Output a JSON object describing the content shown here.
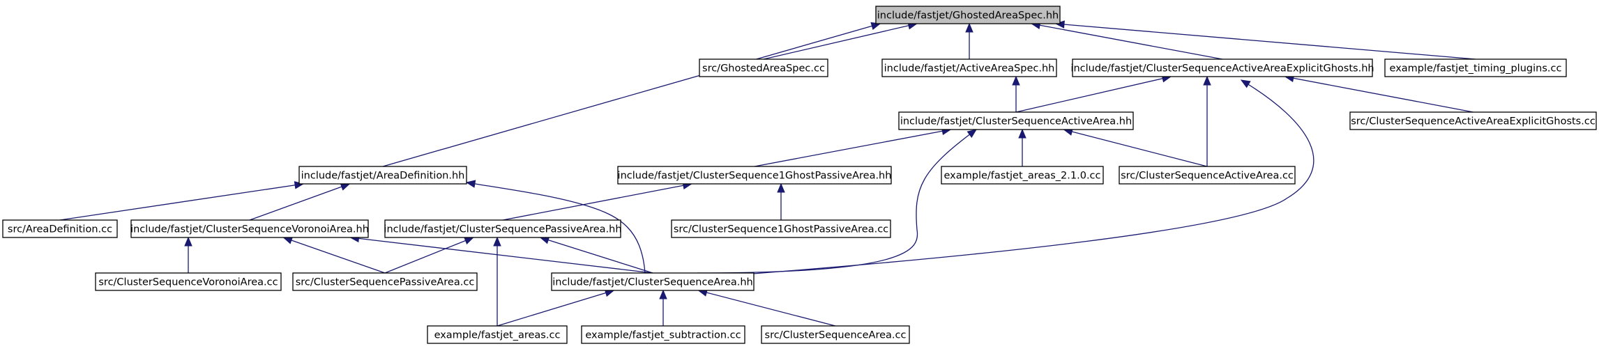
{
  "diagram": {
    "type": "include-dependency-graph",
    "root": "ghostedareaspec-hh",
    "colors": {
      "edge": "#191970",
      "root_fill": "#bfbfbf",
      "node_fill": "#ffffff",
      "node_border": "#000000"
    },
    "nodes": [
      {
        "id": "ghostedareaspec-hh",
        "label": "include/fastjet/GhostedAreaSpec.hh"
      },
      {
        "id": "ghostedareaspec-cc",
        "label": "src/GhostedAreaSpec.cc"
      },
      {
        "id": "activeareaspec-hh",
        "label": "include/fastjet/ActiveAreaSpec.hh"
      },
      {
        "id": "csaaeg-hh",
        "label": "include/fastjet/ClusterSequenceActiveAreaExplicitGhosts.hh"
      },
      {
        "id": "timing-plugins-cc",
        "label": "example/fastjet_timing_plugins.cc"
      },
      {
        "id": "csactivearea-hh",
        "label": "include/fastjet/ClusterSequenceActiveArea.hh"
      },
      {
        "id": "csaaeg-cc",
        "label": "src/ClusterSequenceActiveAreaExplicitGhosts.cc"
      },
      {
        "id": "areadefinition-hh",
        "label": "include/fastjet/AreaDefinition.hh"
      },
      {
        "id": "cs1gpa-hh",
        "label": "include/fastjet/ClusterSequence1GhostPassiveArea.hh"
      },
      {
        "id": "areas-210-cc",
        "label": "example/fastjet_areas_2.1.0.cc"
      },
      {
        "id": "csactivearea-cc",
        "label": "src/ClusterSequenceActiveArea.cc"
      },
      {
        "id": "areadefinition-cc",
        "label": "src/AreaDefinition.cc"
      },
      {
        "id": "csvoronoi-hh",
        "label": "include/fastjet/ClusterSequenceVoronoiArea.hh"
      },
      {
        "id": "cspassive-hh",
        "label": "include/fastjet/ClusterSequencePassiveArea.hh"
      },
      {
        "id": "cs1gpa-cc",
        "label": "src/ClusterSequence1GhostPassiveArea.cc"
      },
      {
        "id": "csvoronoi-cc",
        "label": "src/ClusterSequenceVoronoiArea.cc"
      },
      {
        "id": "cspassive-cc",
        "label": "src/ClusterSequencePassiveArea.cc"
      },
      {
        "id": "csarea-hh",
        "label": "include/fastjet/ClusterSequenceArea.hh"
      },
      {
        "id": "areas-cc",
        "label": "example/fastjet_areas.cc"
      },
      {
        "id": "subtraction-cc",
        "label": "example/fastjet_subtraction.cc"
      },
      {
        "id": "csarea-cc",
        "label": "src/ClusterSequenceArea.cc"
      }
    ],
    "edges": [
      {
        "from": "ghostedareaspec-cc",
        "to": "ghostedareaspec-hh"
      },
      {
        "from": "areadefinition-hh",
        "to": "ghostedareaspec-hh"
      },
      {
        "from": "activeareaspec-hh",
        "to": "ghostedareaspec-hh"
      },
      {
        "from": "csaaeg-hh",
        "to": "ghostedareaspec-hh"
      },
      {
        "from": "timing-plugins-cc",
        "to": "ghostedareaspec-hh"
      },
      {
        "from": "csactivearea-hh",
        "to": "activeareaspec-hh"
      },
      {
        "from": "csactivearea-hh",
        "to": "csaaeg-hh"
      },
      {
        "from": "csactivearea-cc",
        "to": "csaaeg-hh"
      },
      {
        "from": "csarea-hh",
        "to": "csaaeg-hh"
      },
      {
        "from": "csaaeg-cc",
        "to": "csaaeg-hh"
      },
      {
        "from": "cs1gpa-hh",
        "to": "csactivearea-hh"
      },
      {
        "from": "csarea-hh",
        "to": "csactivearea-hh"
      },
      {
        "from": "areas-210-cc",
        "to": "csactivearea-hh"
      },
      {
        "from": "csactivearea-cc",
        "to": "csactivearea-hh"
      },
      {
        "from": "areadefinition-cc",
        "to": "areadefinition-hh"
      },
      {
        "from": "csvoronoi-hh",
        "to": "areadefinition-hh"
      },
      {
        "from": "csarea-hh",
        "to": "areadefinition-hh"
      },
      {
        "from": "cspassive-hh",
        "to": "cs1gpa-hh"
      },
      {
        "from": "cs1gpa-cc",
        "to": "cs1gpa-hh"
      },
      {
        "from": "csvoronoi-cc",
        "to": "csvoronoi-hh"
      },
      {
        "from": "cspassive-cc",
        "to": "csvoronoi-hh"
      },
      {
        "from": "csarea-hh",
        "to": "csvoronoi-hh"
      },
      {
        "from": "cspassive-cc",
        "to": "cspassive-hh"
      },
      {
        "from": "csarea-hh",
        "to": "cspassive-hh"
      },
      {
        "from": "areas-cc",
        "to": "cspassive-hh"
      },
      {
        "from": "areas-cc",
        "to": "csarea-hh"
      },
      {
        "from": "subtraction-cc",
        "to": "csarea-hh"
      },
      {
        "from": "csarea-cc",
        "to": "csarea-hh"
      }
    ]
  }
}
